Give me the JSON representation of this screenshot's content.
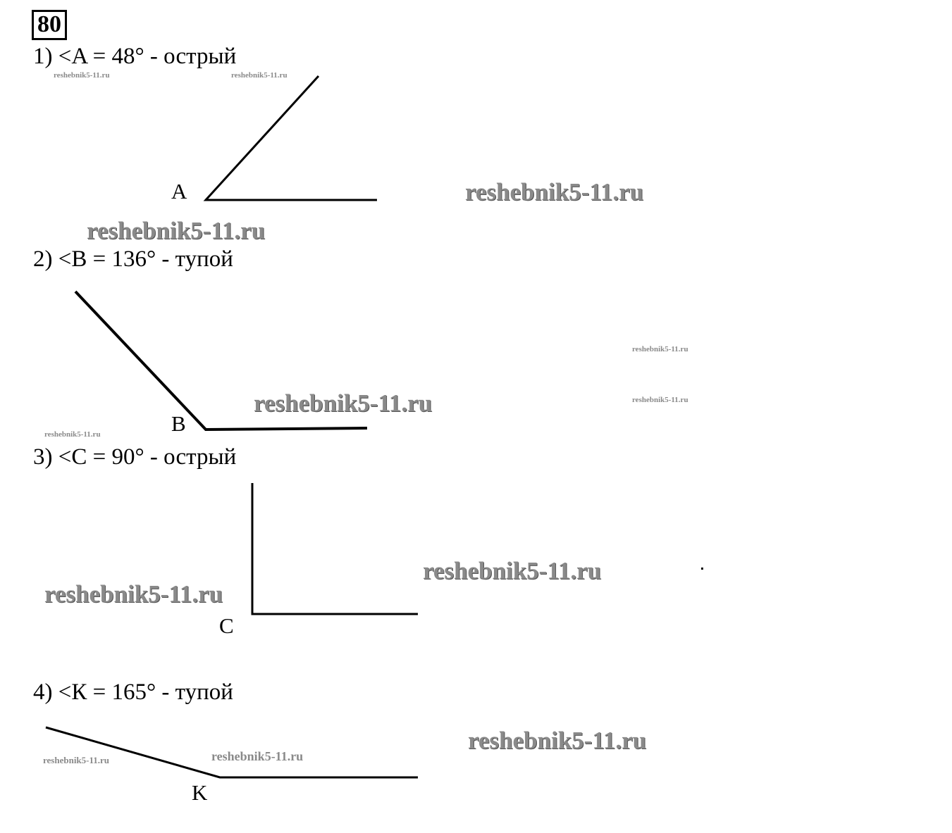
{
  "problem_number": "80",
  "items": [
    {
      "heading": "1) <A = 48° - острый",
      "vertex": "A"
    },
    {
      "heading": "2) <B = 136° - тупой",
      "vertex": "B"
    },
    {
      "heading": "3) <C = 90° - острый",
      "vertex": "C"
    },
    {
      "heading": "4) <К = 165° - тупой",
      "vertex": "K"
    }
  ],
  "watermark": "reshebnik5-11.ru"
}
